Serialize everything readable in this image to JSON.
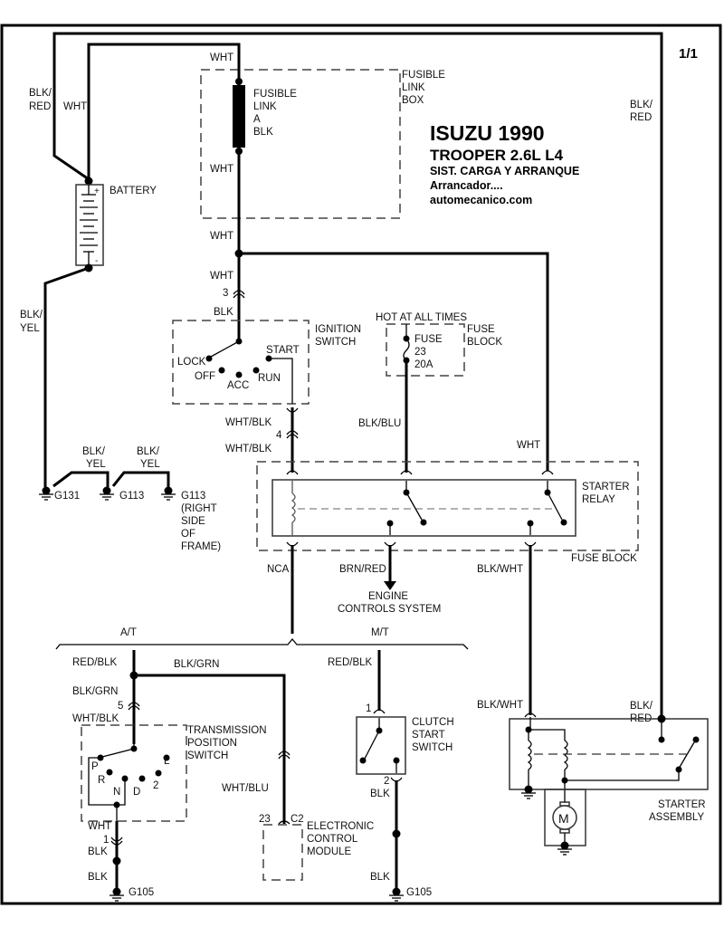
{
  "page_indicator": "1/1",
  "title": {
    "make_year": "ISUZU 1990",
    "model": "TROOPER  2.6L  L4",
    "system": "SIST. CARGA Y ARRANQUE",
    "subsystem": "Arrancador....",
    "website": "automecanico.com"
  },
  "components": {
    "battery": "BATTERY",
    "fusible_link": [
      "FUSIBLE",
      "LINK",
      "A",
      "BLK"
    ],
    "fusible_link_box": [
      "FUSIBLE",
      "LINK",
      "BOX"
    ],
    "ignition_switch": [
      "IGNITION",
      "SWITCH"
    ],
    "ignition_positions": [
      "LOCK",
      "OFF",
      "ACC",
      "RUN",
      "START"
    ],
    "fuse_note": "HOT AT ALL TIMES",
    "fuse": [
      "FUSE",
      "23",
      "20A"
    ],
    "fuse_block_top": [
      "FUSE",
      "BLOCK"
    ],
    "starter_relay": [
      "STARTER",
      "RELAY"
    ],
    "fuse_block_relay": "FUSE BLOCK",
    "engine_controls": [
      "ENGINE",
      "CONTROLS SYSTEM"
    ],
    "at_label": "A/T",
    "mt_label": "M/T",
    "trans_switch": [
      "TRANSMISSION",
      "POSITION",
      "SWITCH"
    ],
    "trans_positions": [
      "P",
      "R",
      "N",
      "D",
      "2",
      "L"
    ],
    "ecm": [
      "ELECTRONIC",
      "CONTROL",
      "MODULE"
    ],
    "clutch_switch": [
      "CLUTCH",
      "START",
      "SWITCH"
    ],
    "starter_assembly": [
      "STARTER",
      "ASSEMBLY"
    ],
    "motor_symbol": "M"
  },
  "grounds": {
    "g131": "G131",
    "g113": "G113",
    "g113_frame": "G113",
    "g113_note": [
      "(RIGHT",
      "SIDE",
      "OF",
      "FRAME)"
    ],
    "g105_at": "G105",
    "g105_mt": "G105"
  },
  "connectors": {
    "c3": "3",
    "c4": "4",
    "c5": "5",
    "c1_trans": "1",
    "c1_clutch": "1",
    "c2_clutch": "2",
    "ecm_pin": "23",
    "ecm_conn": "C2"
  },
  "wires": {
    "blk_red_left": [
      "BLK/",
      "RED"
    ],
    "wht_left": "WHT",
    "wht_top": "WHT",
    "wht_fl_bottom": "WHT",
    "wht_splice": "WHT",
    "wht_c3": "WHT",
    "blk_c3": "BLK",
    "blk_yel_bat": [
      "BLK/",
      "YEL"
    ],
    "blk_yel_g1": [
      "BLK/",
      "YEL"
    ],
    "blk_yel_g2": [
      "BLK/",
      "YEL"
    ],
    "wht_blk_1": "WHT/BLK",
    "wht_blk_2": "WHT/BLK",
    "blk_blu": "BLK/BLU",
    "wht_relay": "WHT",
    "blk_red_right": [
      "BLK/",
      "RED"
    ],
    "nca": "NCA",
    "brn_red": "BRN/RED",
    "blk_wht_1": "BLK/WHT",
    "blk_wht_2": "BLK/WHT",
    "blk_red_starter": [
      "BLK/",
      "RED"
    ],
    "red_blk_at": "RED/BLK",
    "blk_grn_h": "BLK/GRN",
    "blk_grn_v": "BLK/GRN",
    "wht_blk_trans": "WHT/BLK",
    "wht_blu": "WHT/BLU",
    "wht_trans": "WHT",
    "blk_trans_1": "BLK",
    "blk_trans_2": "BLK",
    "red_blk_mt": "RED/BLK",
    "blk_clutch_1": "BLK",
    "blk_clutch_2": "BLK"
  }
}
